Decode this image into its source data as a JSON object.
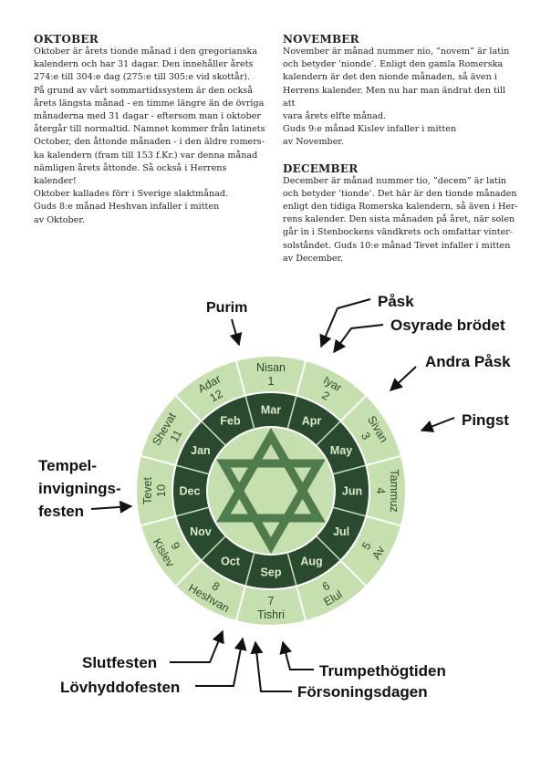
{
  "text": {
    "left": {
      "heading": "OKTOBER",
      "body": "Oktober är årets tionde månad i den gregorianska\nkalendern och har 31 dagar. Den innehåller årets\n274:e till 304:e dag (275:e till 305:e vid skottår).\nPå grund av vårt sommartidssystem är den också\nårets längsta månad - en timme längre än de övriga\nmånaderna med 31 dagar - eftersom man i oktober\nåtergår till normaltid. Namnet kommer från latinets\nOctober, den åttonde månaden - i den äldre romers-\nka kalendern (fram till 153 f.Kr.) var denna månad\nnämligen årets åttonde. Så också i Herrens kalender!\nOktober kallades förr i Sverige slaktmånad.\nGuds 8:e månad Heshvan infaller i mitten\nav Oktober."
    },
    "right": {
      "heading1": "NOVEMBER",
      "body1": "November är månad nummer nio, ”novem” är latin\noch betyder ’nionde’. Enligt den gamla Romerska\nkalendern är det den nionde månaden, så även i\nHerrens kalender. Men nu har man ändrat den till att\nvara årets elfte månad.\nGuds 9:e månad Kislev infaller i mitten\nav November.",
      "heading2": "DECEMBER",
      "body2": "December är månad nummer tio, ”decem” är latin\noch betyder ’tionde’. Det här är den tionde månaden\nenligt den tidiga Romerska kalendern, så även i Her-\nrens kalender. Den sista månaden på året, när solen\ngår in i Stenbockens vändkrets och omfattar vinter-\nsolståndet. Guds 10:e månad Tevet infaller i mitten\nav December."
    }
  },
  "diagram": {
    "hebrew_months": [
      {
        "name": "Nisan",
        "num": "1"
      },
      {
        "name": "Iyar",
        "num": "2"
      },
      {
        "name": "Sivan",
        "num": "3"
      },
      {
        "name": "Tammuz",
        "num": "4"
      },
      {
        "name": "Av",
        "num": "5"
      },
      {
        "name": "Elul",
        "num": "6"
      },
      {
        "name": "Tishri",
        "num": "7"
      },
      {
        "name": "Heshvan",
        "num": "8"
      },
      {
        "name": "Kislev",
        "num": "9"
      },
      {
        "name": "Tevet",
        "num": "10"
      },
      {
        "name": "Shevat",
        "num": "11"
      },
      {
        "name": "Adar",
        "num": "12"
      }
    ],
    "gregorian_months": [
      "Mar",
      "Apr",
      "May",
      "Jun",
      "Jul",
      "Aug",
      "Sep",
      "Oct",
      "Nov",
      "Dec",
      "Jan",
      "Feb"
    ],
    "center_symbol": "star-of-david-icon",
    "colors": {
      "outer_ring": "#c6dfae",
      "middle_ring": "#2a4a30",
      "center": "#c6dfae",
      "star": "#4f7b4d",
      "stroke": "#ffffff",
      "text_outer": "#2d4a2d",
      "text_middle": "#dcebc8"
    },
    "feasts": [
      {
        "id": "purim",
        "label": "Purim"
      },
      {
        "id": "pask",
        "label": "Påsk"
      },
      {
        "id": "osyrade",
        "label": "Osyrade brödet"
      },
      {
        "id": "andra-pask",
        "label": "Andra Påsk"
      },
      {
        "id": "pingst",
        "label": "Pingst"
      },
      {
        "id": "tempel",
        "lines": [
          "Tempel-",
          "invignings-",
          "festen"
        ]
      },
      {
        "id": "slutfesten",
        "label": "Slutfesten"
      },
      {
        "id": "lovhydd",
        "label": "Lövhyddofesten"
      },
      {
        "id": "trumpet",
        "label": "Trumpethögtiden"
      },
      {
        "id": "forsoning",
        "label": "Försoningsdagen"
      }
    ]
  }
}
